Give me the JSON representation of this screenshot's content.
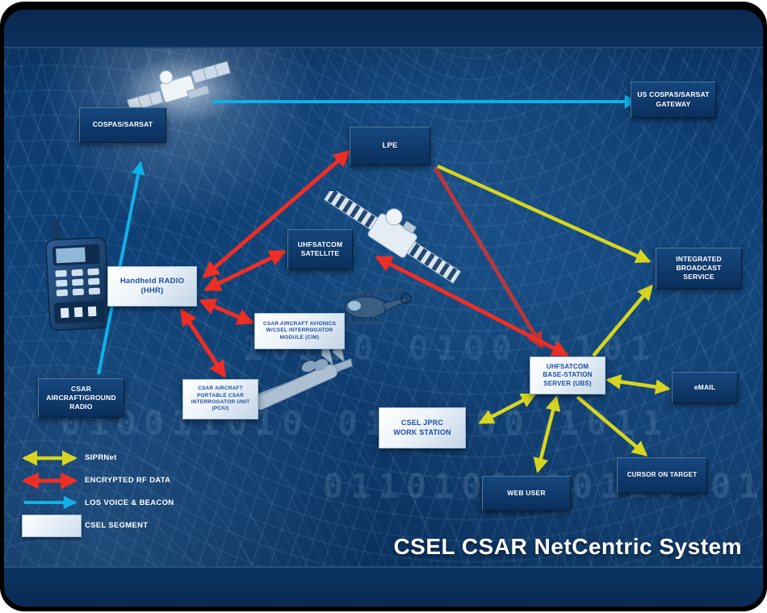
{
  "title": "CSEL CSAR NetCentric System",
  "colors": {
    "siprnet": "#d7d520",
    "rf": "#ee2e24",
    "los": "#0fb0e8",
    "panel_dark": "#0c3463",
    "panel_light": "#eaf1f8"
  },
  "nodes": {
    "cospas": {
      "label": "COSPAS/SARSAT",
      "style": "dark"
    },
    "gateway": {
      "label": "US COSPAS/SARSAT\nGATEWAY",
      "style": "dark"
    },
    "lpe": {
      "label": "LPE",
      "style": "dark"
    },
    "uhfsat": {
      "label": "UHFSATCOM\nSATELLITE",
      "style": "dark"
    },
    "hhr": {
      "label": "Handheld RADIO\n(HHR)",
      "style": "light"
    },
    "ground": {
      "label": "CSAR\nAIRCRAFT/GROUND\nRADIO",
      "style": "dark"
    },
    "cim": {
      "label": "CSAR AIRCRAFT AVIONICS\nW/CSEL INTERROGATOR\nMODULE (CIM)",
      "style": "light"
    },
    "pciu": {
      "label": "CSAR AIRCRAFT\nPORTABLE CSAR\nINTERROGATOR UNIT\n(PCIU)",
      "style": "light"
    },
    "ubs": {
      "label": "UHFSATCOM\nBASE-STATION\nSERVER (UBS)",
      "style": "light"
    },
    "ibs": {
      "label": "INTEGRATED\nBROADCAST\nSERVICE",
      "style": "dark"
    },
    "email": {
      "label": "eMAIL",
      "style": "dark"
    },
    "jprc": {
      "label": "CSEL JPRC\nWORK STATION",
      "style": "light"
    },
    "web": {
      "label": "WEB USER",
      "style": "dark"
    },
    "cot": {
      "label": "CURSOR ON TARGET",
      "style": "dark"
    }
  },
  "connections": [
    {
      "from": "ground",
      "to": "cospas",
      "kind": "los",
      "double": false,
      "pts": [
        117,
        452,
        169,
        190
      ]
    },
    {
      "from": "cospas-sat",
      "to": "gateway",
      "kind": "los",
      "double": false,
      "pts": [
        258,
        114,
        783,
        114
      ]
    },
    {
      "from": "hhr",
      "to": "lpe",
      "kind": "rf",
      "double": true,
      "pts": [
        248,
        331,
        427,
        176
      ]
    },
    {
      "from": "hhr",
      "to": "uhfsat",
      "kind": "rf",
      "double": true,
      "pts": [
        250,
        347,
        347,
        300
      ]
    },
    {
      "from": "hhr",
      "to": "cim",
      "kind": "rf",
      "double": true,
      "pts": [
        244,
        361,
        307,
        388
      ]
    },
    {
      "from": "hhr",
      "to": "pciu",
      "kind": "rf",
      "double": true,
      "pts": [
        220,
        373,
        273,
        454
      ]
    },
    {
      "from": "uhfsat",
      "to": "ubs",
      "kind": "rf",
      "double": true,
      "pts": [
        462,
        307,
        697,
        428
      ]
    },
    {
      "from": "lpe",
      "to": "ubs",
      "kind": "rf",
      "double": false,
      "pts": [
        534,
        196,
        666,
        418
      ]
    },
    {
      "from": "lpe",
      "to": "ibs",
      "kind": "siprnet",
      "double": false,
      "pts": [
        537,
        194,
        799,
        312
      ]
    },
    {
      "from": "ubs",
      "to": "ibs",
      "kind": "siprnet",
      "double": false,
      "pts": [
        730,
        429,
        802,
        343
      ]
    },
    {
      "from": "ubs",
      "to": "email",
      "kind": "siprnet",
      "double": true,
      "pts": [
        748,
        459,
        823,
        470
      ]
    },
    {
      "from": "ubs",
      "to": "jprc",
      "kind": "siprnet",
      "double": true,
      "pts": [
        657,
        477,
        590,
        512
      ]
    },
    {
      "from": "ubs",
      "to": "web",
      "kind": "siprnet",
      "double": true,
      "pts": [
        684,
        481,
        661,
        572
      ]
    },
    {
      "from": "ubs",
      "to": "cot",
      "kind": "siprnet",
      "double": false,
      "pts": [
        710,
        480,
        795,
        552
      ]
    },
    {
      "from": "legend",
      "to": "legend",
      "kind": "siprnet",
      "double": true,
      "pts": [
        25,
        556,
        88,
        556
      ]
    },
    {
      "from": "legend",
      "to": "legend",
      "kind": "rf",
      "double": true,
      "pts": [
        25,
        584,
        88,
        584
      ]
    },
    {
      "from": "legend",
      "to": "legend",
      "kind": "los",
      "double": false,
      "pts": [
        25,
        611,
        88,
        611
      ]
    }
  ],
  "legend": {
    "items": [
      {
        "type": "siprnet",
        "label": "SIPRNet"
      },
      {
        "type": "rf",
        "label": "ENCRYPTED RF DATA"
      },
      {
        "type": "los",
        "label": "LOS VOICE & BEACON"
      },
      {
        "type": "segment",
        "label": "CSEL SEGMENT"
      }
    ]
  },
  "texture": {
    "rows": [
      "10110 0100 1101",
      "010011010 0110100 1011",
      "0110100 10110 010"
    ]
  }
}
